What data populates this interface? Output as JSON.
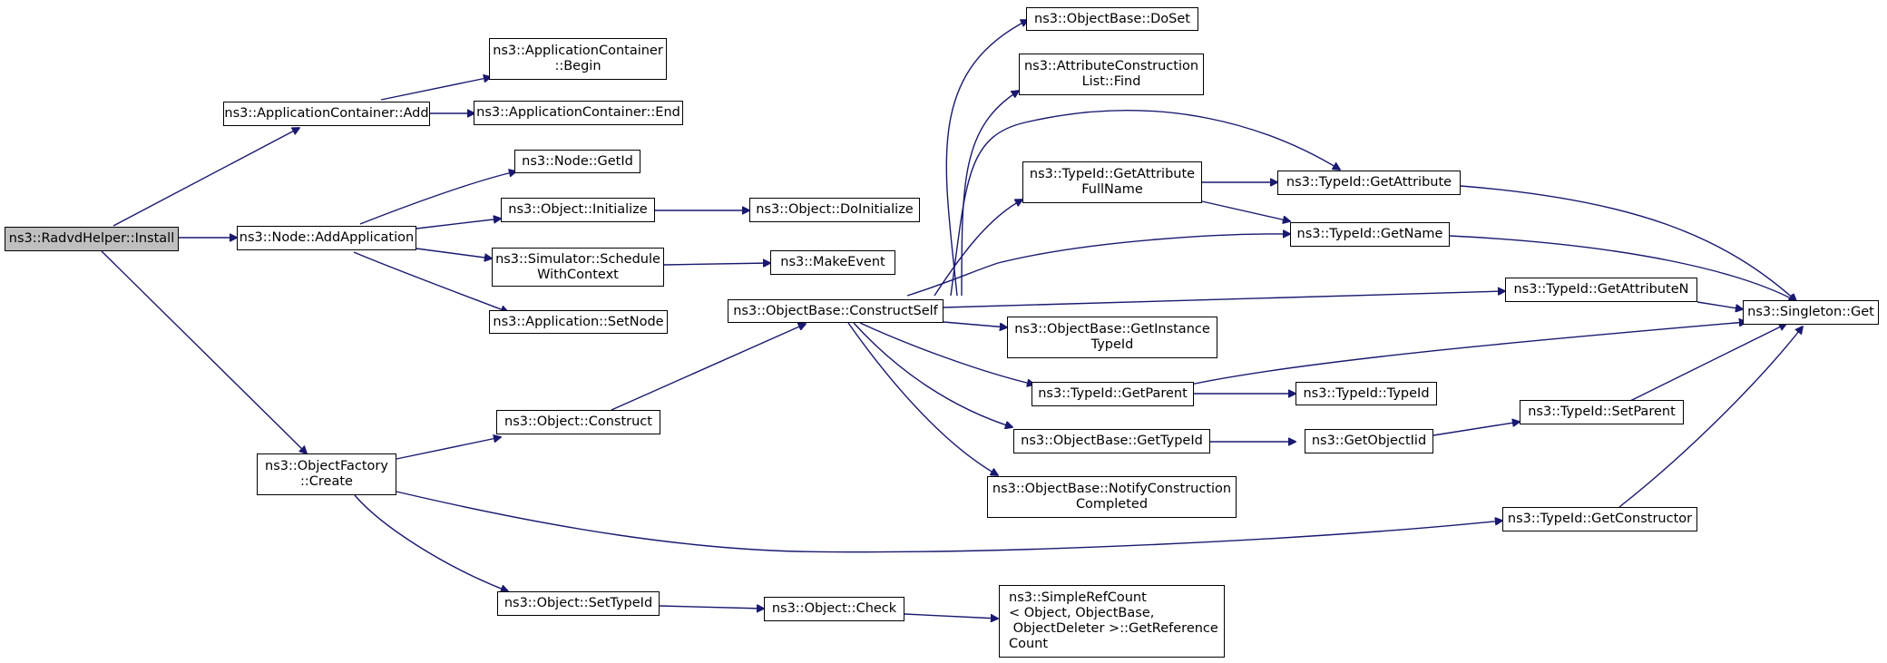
{
  "diagram": {
    "edge_color": "#191970",
    "root_fill": "#bfbfbf",
    "nodes": [
      {
        "id": "install",
        "label": "ns3::RadvdHelper::Install",
        "root": true
      },
      {
        "id": "appc_add",
        "label": "ns3::ApplicationContainer::Add"
      },
      {
        "id": "appc_begin",
        "label": "ns3::ApplicationContainer\n::Begin"
      },
      {
        "id": "appc_end",
        "label": "ns3::ApplicationContainer::End"
      },
      {
        "id": "node_getid",
        "label": "ns3::Node::GetId"
      },
      {
        "id": "node_addapp",
        "label": "ns3::Node::AddApplication"
      },
      {
        "id": "obj_init",
        "label": "ns3::Object::Initialize"
      },
      {
        "id": "obj_doinit",
        "label": "ns3::Object::DoInitialize"
      },
      {
        "id": "sim_sched",
        "label": "ns3::Simulator::Schedule\nWithContext"
      },
      {
        "id": "makeevent",
        "label": "ns3::MakeEvent"
      },
      {
        "id": "app_setnode",
        "label": "ns3::Application::SetNode"
      },
      {
        "id": "ob_doset",
        "label": "ns3::ObjectBase::DoSet"
      },
      {
        "id": "acl_find",
        "label": "ns3::AttributeConstruction\nList::Find"
      },
      {
        "id": "tid_getattrfull",
        "label": "ns3::TypeId::GetAttribute\nFullName"
      },
      {
        "id": "tid_getattr",
        "label": "ns3::TypeId::GetAttribute"
      },
      {
        "id": "tid_getname",
        "label": "ns3::TypeId::GetName"
      },
      {
        "id": "ob_construct",
        "label": "ns3::ObjectBase::ConstructSelf"
      },
      {
        "id": "tid_getattrn",
        "label": "ns3::TypeId::GetAttributeN"
      },
      {
        "id": "singleton",
        "label": "ns3::Singleton::Get"
      },
      {
        "id": "ob_getinst",
        "label": "ns3::ObjectBase::GetInstance\nTypeId"
      },
      {
        "id": "tid_getparent",
        "label": "ns3::TypeId::GetParent"
      },
      {
        "id": "tid_typeid",
        "label": "ns3::TypeId::TypeId"
      },
      {
        "id": "tid_setparent",
        "label": "ns3::TypeId::SetParent"
      },
      {
        "id": "obj_construct",
        "label": "ns3::Object::Construct"
      },
      {
        "id": "ob_gettypeid",
        "label": "ns3::ObjectBase::GetTypeId"
      },
      {
        "id": "getobjectiid",
        "label": "ns3::GetObjectIid"
      },
      {
        "id": "of_create",
        "label": "ns3::ObjectFactory\n::Create"
      },
      {
        "id": "ob_notify",
        "label": "ns3::ObjectBase::NotifyConstruction\nCompleted"
      },
      {
        "id": "tid_getctor",
        "label": "ns3::TypeId::GetConstructor"
      },
      {
        "id": "obj_settypeid",
        "label": "ns3::Object::SetTypeId"
      },
      {
        "id": "obj_check",
        "label": "ns3::Object::Check"
      },
      {
        "id": "src_getref",
        "label": "ns3::SimpleRefCount\n< Object, ObjectBase,\n ObjectDeleter >::GetReference\nCount"
      }
    ]
  }
}
